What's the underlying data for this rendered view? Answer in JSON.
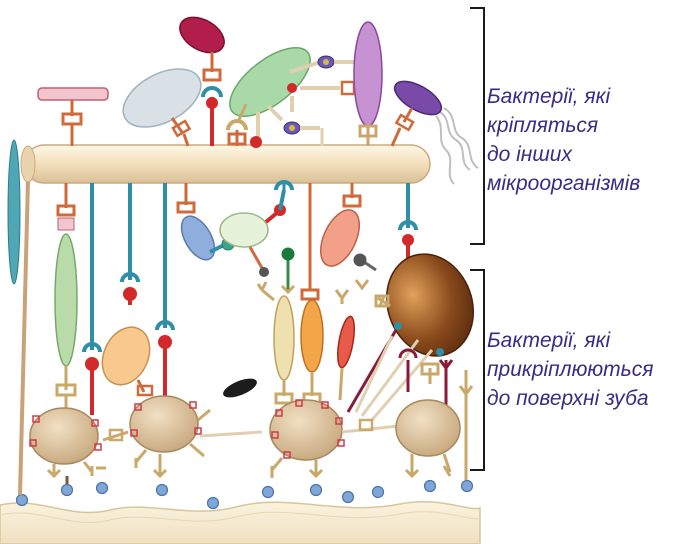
{
  "labels": {
    "top": [
      "Бактерії, які",
      "кріпляться",
      "до інших",
      "мікроорганізмів"
    ],
    "bottom": [
      "Бактерії, які",
      "прикріплюються",
      "до поверхні зуба"
    ]
  },
  "colors": {
    "label_text": "#3b2a86",
    "bracket": "#1a1a1a",
    "central_rod": "#f3e3c2",
    "tooth_surface": "#f7efd9",
    "anchor_cells": "#e0c9a6",
    "adhesin_orange": "#d86a2a",
    "adhesin_blue": "#2f8fa6",
    "adhesin_red": "#d22a2a",
    "receptor_tan": "#c9a86a",
    "pellicle_dots": "#7fa6d6"
  }
}
